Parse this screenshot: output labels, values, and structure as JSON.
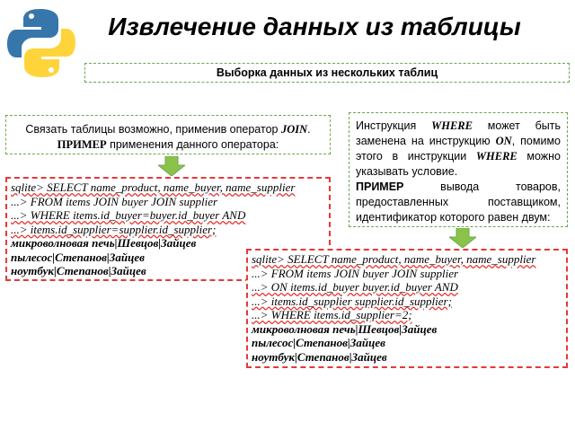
{
  "header": {
    "title": "Извлечение данных из таблицы",
    "subtitle": "Выборка данных из нескольких таблиц"
  },
  "left_note": {
    "line1_pre": "Связать таблицы возможно, применив оператор ",
    "line1_kw": "JOIN",
    "line1_post": ".",
    "line2_kw": "ПРИМЕР",
    "line2_post": " применения данного оператора:"
  },
  "right_note": {
    "p1_a": "Инструкция ",
    "p1_kw1": "WHERE",
    "p1_b": " может быть заменена на инструкцию ",
    "p1_kw2": "ON",
    "p1_c": ", помимо этого в инструкции ",
    "p1_kw3": "WHERE",
    "p1_d": " можно указывать условие.",
    "p2_kw": "ПРИМЕР",
    "p2_text": " вывода товаров, предоставленных поставщиком, идентификатор которого равен двум:"
  },
  "code_example_1": {
    "lines": [
      "sqlite> SELECT name_product, name_buyer, name_supplier",
      "...> FROM items JOIN buyer JOIN supplier",
      "...> WHERE items.id_buyer=buyer.id_buyer AND",
      "...> items.id_supplier=supplier.id_supplier;"
    ],
    "results": [
      "микроволновая печь|Шевцов|Зайцев",
      "пылесос|Степанов|Зайцев",
      "ноутбук|Степанов|Зайцев"
    ]
  },
  "code_example_2": {
    "lines": [
      "sqlite> SELECT name_product, name_buyer, name_supplier",
      "...> FROM items JOIN buyer JOIN supplier",
      "...> ON items.id_buyer   buyer.id_buyer AND",
      "...> items.id_supplier   supplier.id_supplier;",
      "...> WHERE items.id_supplier=2;"
    ],
    "results": [
      "микроволновая печь|Шевцов|Зайцев",
      "пылесос|Степанов|Зайцев",
      "ноутбук|Степанов|Зайцев"
    ]
  },
  "colors": {
    "green_border": "#6aa84f",
    "red_border": "#e53935",
    "arrow_fill": "#8bc34a",
    "python_blue": "#3776ab",
    "python_yellow": "#ffd43b"
  },
  "icons": [
    "python-logo",
    "down-arrow-icon"
  ]
}
